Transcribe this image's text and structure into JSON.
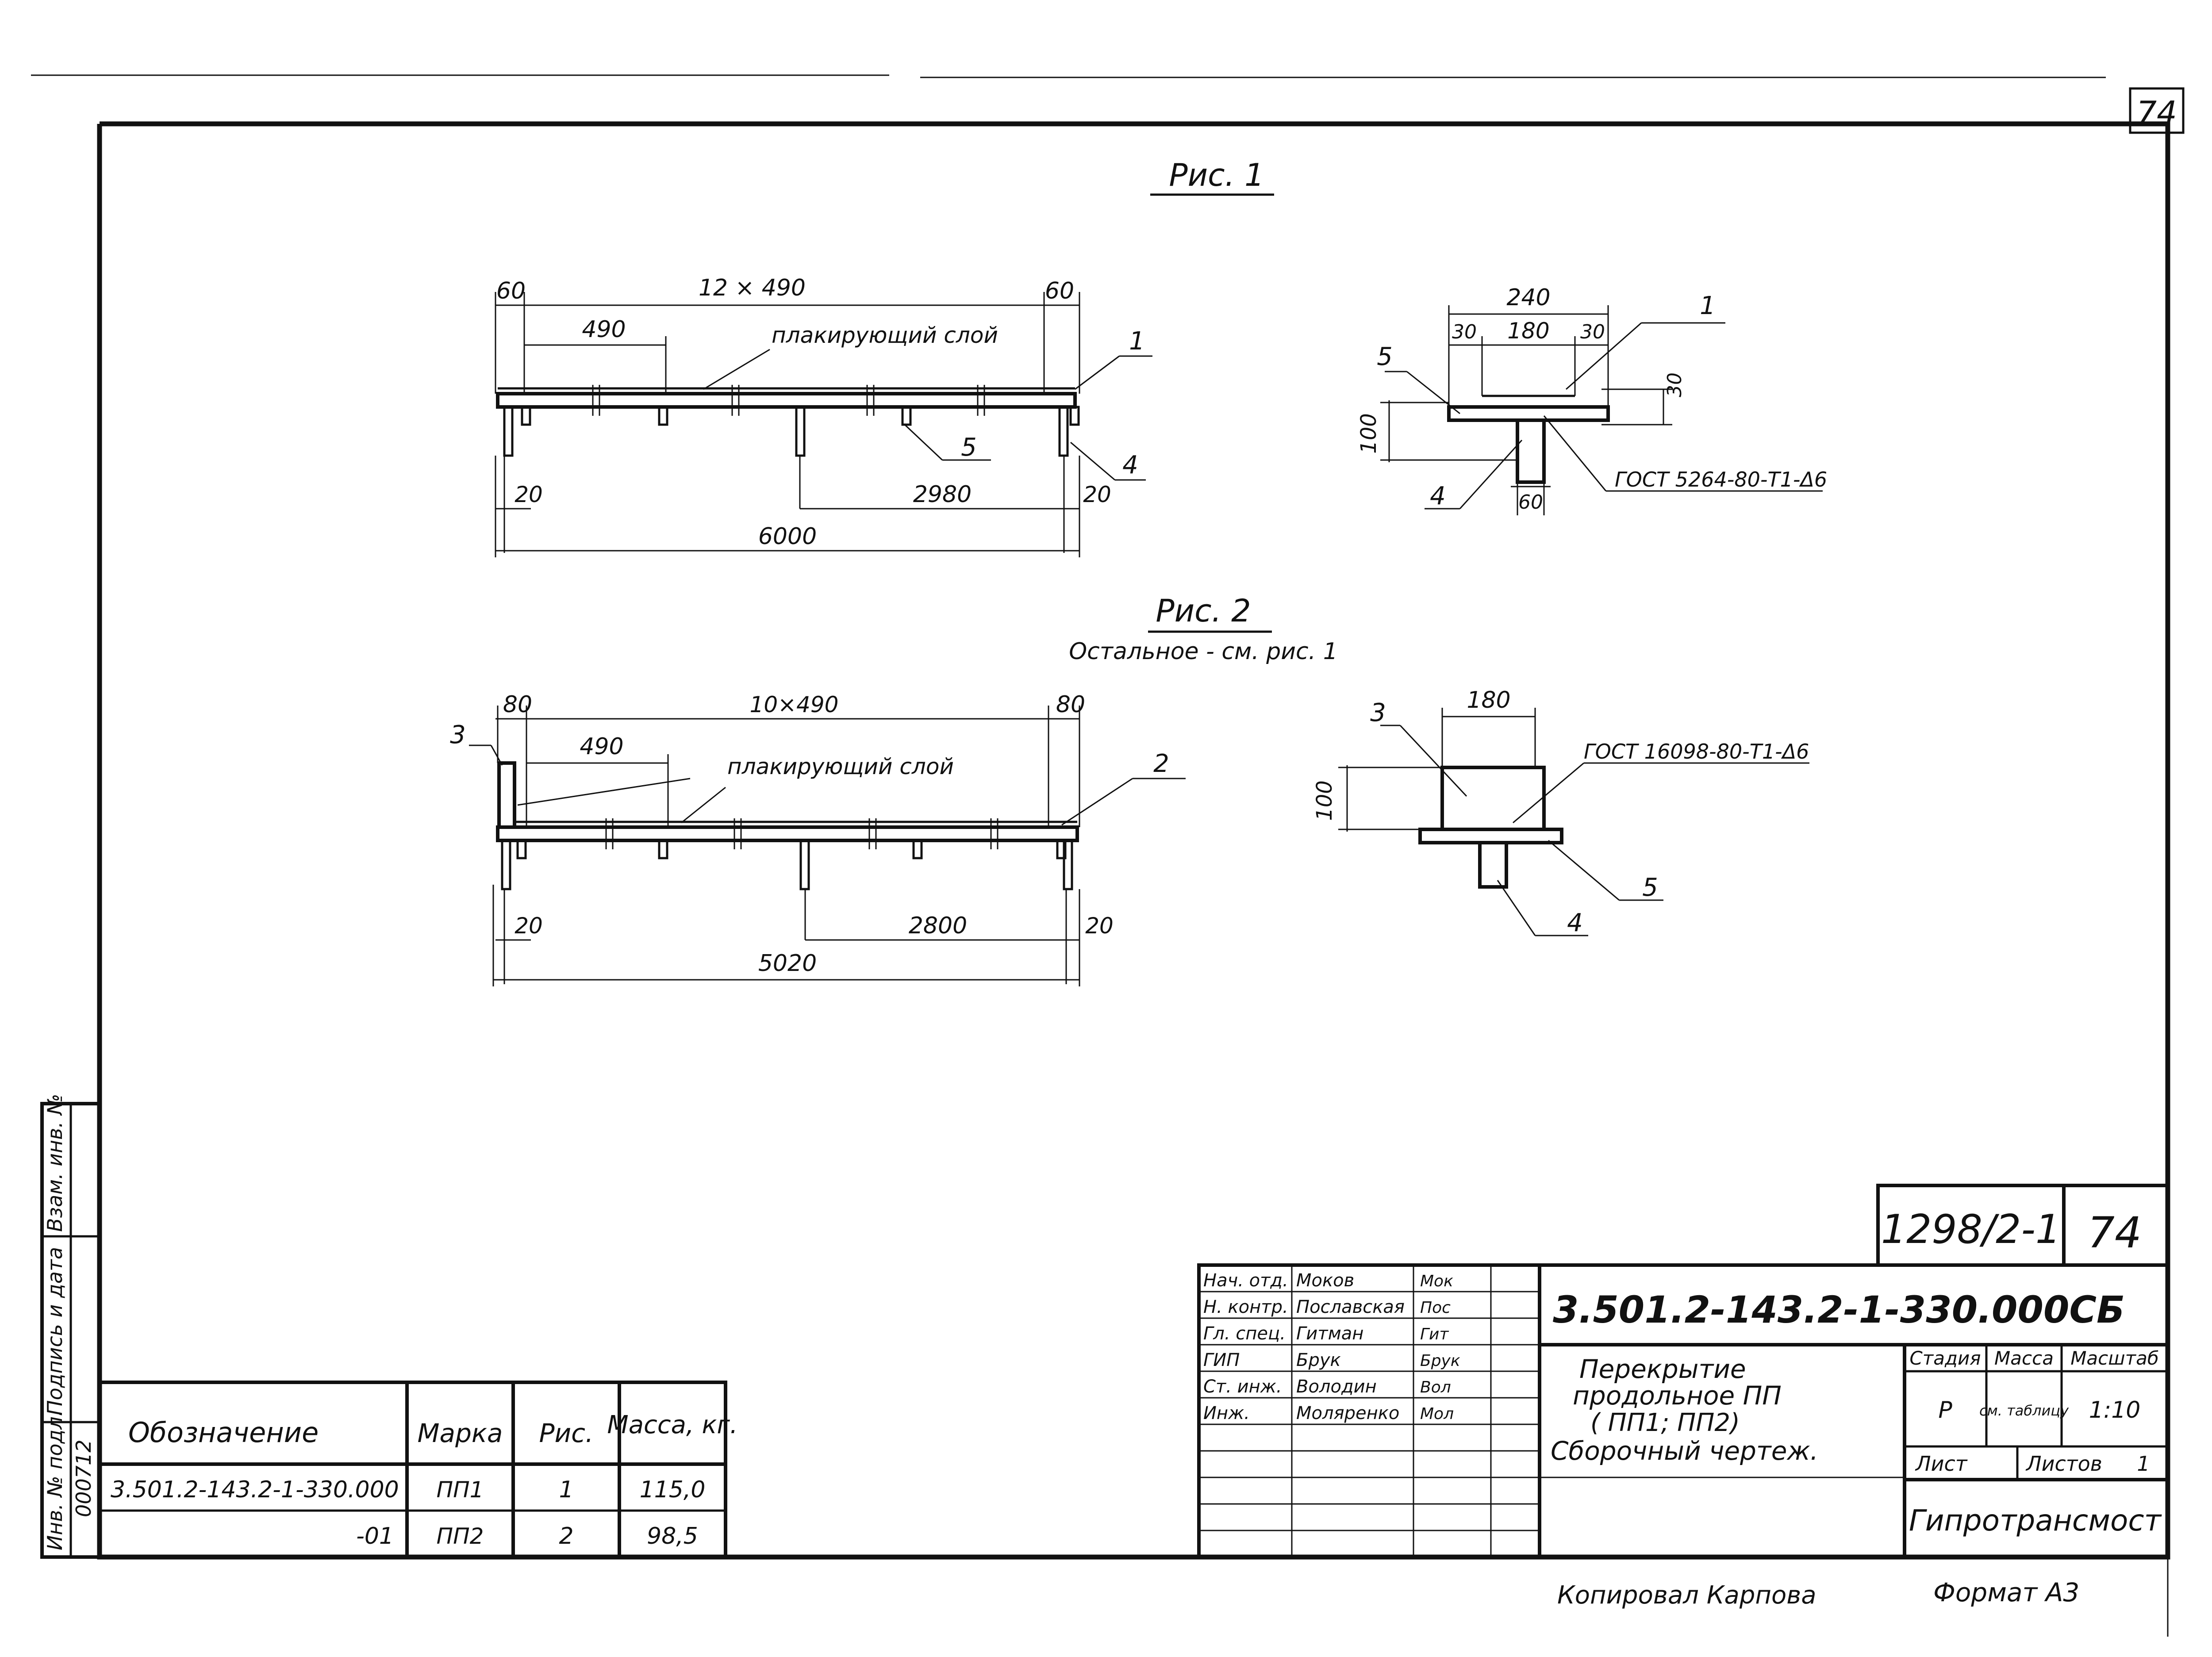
{
  "sheet_corner_number": "74",
  "figure1": {
    "title": "Рис. 1",
    "dims": {
      "left_end": "60",
      "right_end": "60",
      "span": "12 × 490",
      "pitch": "490",
      "support_left": "20",
      "support_right": "20",
      "center": "2980",
      "total": "6000"
    },
    "layer_label": "плакирующий слой",
    "callouts": {
      "p1": "1",
      "p4": "4",
      "p5": "5"
    },
    "section": {
      "width": "240",
      "left": "30",
      "mid": "180",
      "right": "30",
      "depth": "30",
      "height": "100",
      "stem": "60",
      "weld": "ГОСТ 5264-80-Т1-Δ6",
      "p1": "1",
      "p4": "4",
      "p5": "5"
    }
  },
  "figure2": {
    "title": "Рис. 2",
    "subtitle": "Остальное - см. рис. 1",
    "dims": {
      "left_end": "80",
      "right_end": "80",
      "span": "10×490",
      "pitch": "490",
      "support_left": "20",
      "support_right": "20",
      "center": "2800",
      "total": "5020"
    },
    "layer_label": "плакирующий слой",
    "callouts": {
      "p2": "2",
      "p3": "3"
    },
    "section": {
      "width": "180",
      "height": "100",
      "weld": "ГОСТ 16098-80-Т1-Δ6",
      "p3": "3",
      "p4": "4",
      "p5": "5"
    }
  },
  "side_stamp": {
    "inv_podl": "Инв. № подл.",
    "podpis": "Подпись и дата",
    "vzam": "Взам. инв. №",
    "inv_value": "000712"
  },
  "spec_table": {
    "headers": [
      "Обозначение",
      "Марка",
      "Рис.",
      "Масса, кг."
    ],
    "rows": [
      [
        "3.501.2-143.2-1-330.000",
        "ПП1",
        "1",
        "115,0"
      ],
      [
        "-01",
        "ПП2",
        "2",
        "98,5"
      ]
    ]
  },
  "title_block": {
    "sheet_ref": "1298/2-1",
    "sheet_no": "74",
    "document_code": "3.501.2-143.2-1-330.000СБ",
    "roles": [
      {
        "role": "Нач. отд.",
        "name": "Моков",
        "signature": "Мок"
      },
      {
        "role": "Н. контр.",
        "name": "Пославская",
        "signature": "Пос"
      },
      {
        "role": "Гл. спец.",
        "name": "Гитман",
        "signature": "Гит"
      },
      {
        "role": "ГИП",
        "name": "Брук",
        "signature": "Брук"
      },
      {
        "role": "Ст. инж.",
        "name": "Володин",
        "signature": "Вол"
      },
      {
        "role": "Инж.",
        "name": "Моляренко",
        "signature": "Мол"
      }
    ],
    "title_lines": [
      "Перекрытие",
      "продольное ПП",
      "( ПП1; ПП2)",
      "Сборочный чертеж."
    ],
    "stage_label": "Стадия",
    "stage_value": "Р",
    "mass_label": "Масса",
    "mass_value": "см. таблицу",
    "scale_label": "Масштаб",
    "scale_value": "1:10",
    "sheet_label": "Лист",
    "sheets_label": "Листов",
    "sheets_value": "1",
    "organization": "Гипротрансмост"
  },
  "footer": {
    "copied_by": "Копировал Карпова",
    "format": "Формат А3"
  }
}
